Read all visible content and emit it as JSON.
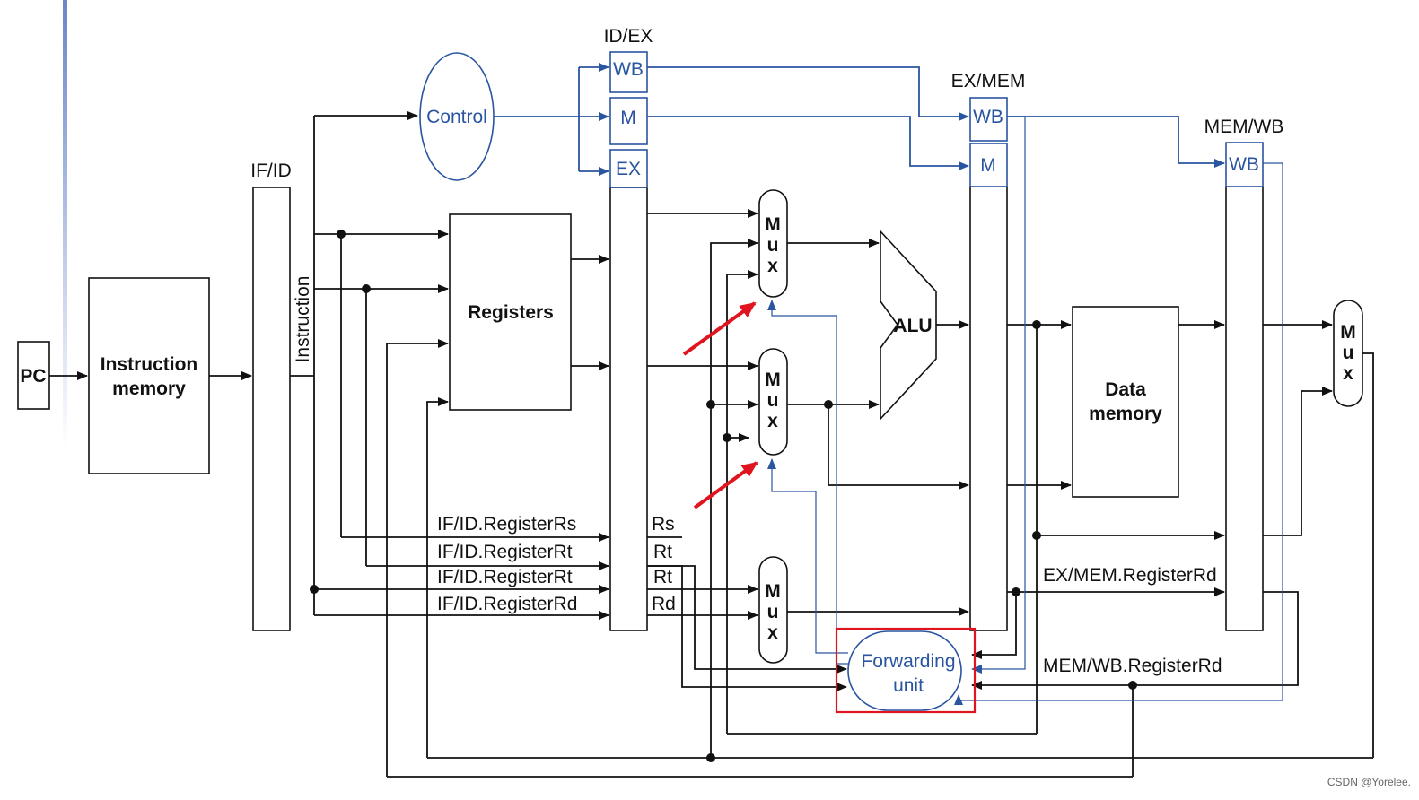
{
  "labels": {
    "pc": "PC",
    "instruction_memory": [
      "Instruction",
      "memory"
    ],
    "if_id": "IF/ID",
    "instruction": "Instruction",
    "control": "Control",
    "registers": "Registers",
    "id_ex": "ID/EX",
    "ex_mem": "EX/MEM",
    "mem_wb": "MEM/WB",
    "wb": "WB",
    "m": "M",
    "ex": "EX",
    "mux": [
      "M",
      "u",
      "x"
    ],
    "alu": "ALU",
    "data_memory": [
      "Data",
      "memory"
    ],
    "forwarding_unit": [
      "Forwarding",
      "unit"
    ],
    "reg_rs": "IF/ID.RegisterRs",
    "reg_rt1": "IF/ID.RegisterRt",
    "reg_rt2": "IF/ID.RegisterRt",
    "reg_rd": "IF/ID.RegisterRd",
    "rs": "Rs",
    "rt1": "Rt",
    "rt2": "Rt",
    "rd": "Rd",
    "ex_mem_rd": "EX/MEM.RegisterRd",
    "mem_wb_rd": "MEM/WB.RegisterRd",
    "watermark": "CSDN @Yorelee."
  },
  "colors": {
    "line": "#111111",
    "control_blue": "#2a55a0",
    "highlight_red": "#e0141e",
    "left_bar": "#6b86c8"
  }
}
